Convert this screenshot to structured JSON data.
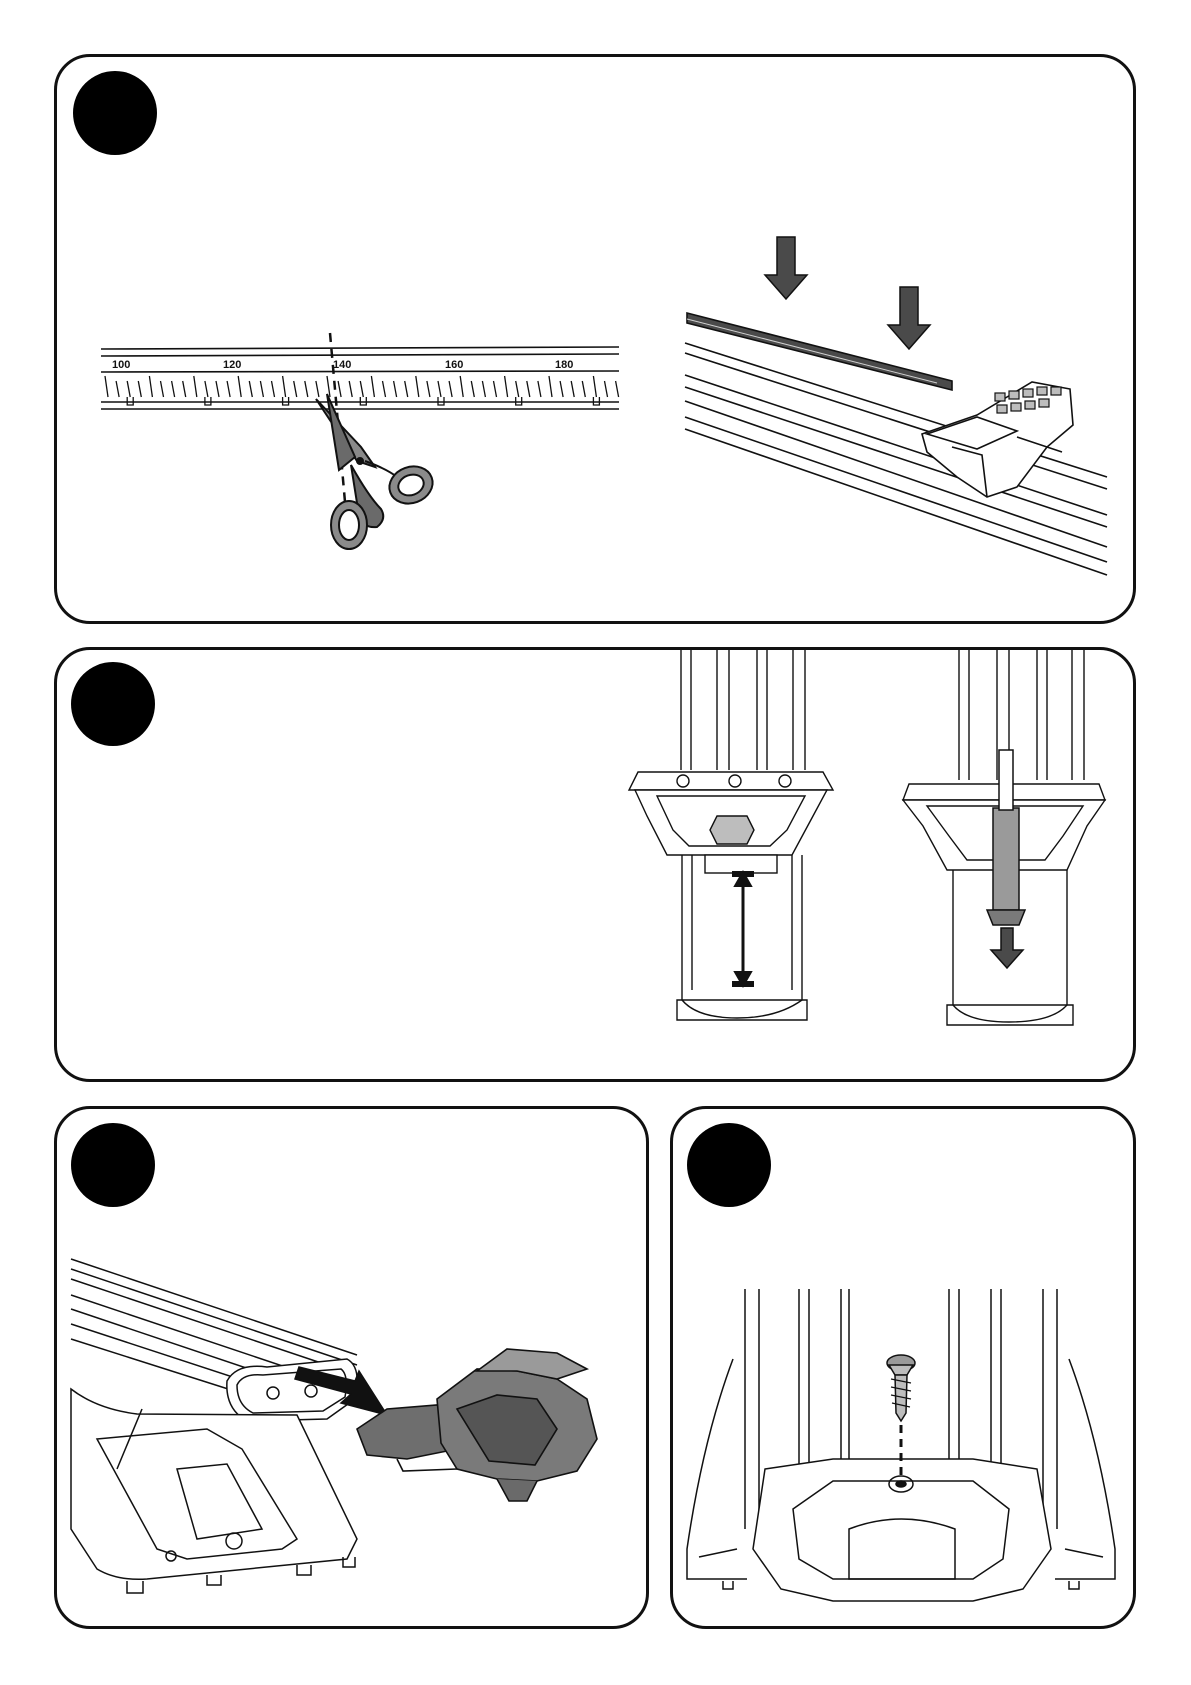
{
  "ruler": {
    "labels": [
      "100",
      "120",
      "140",
      "160",
      "180"
    ]
  },
  "colors": {
    "ink": "#111111",
    "fill_dark": "#4a4a4a",
    "fill_mid": "#7a7a7a",
    "fill_light": "#bdbdbd"
  }
}
